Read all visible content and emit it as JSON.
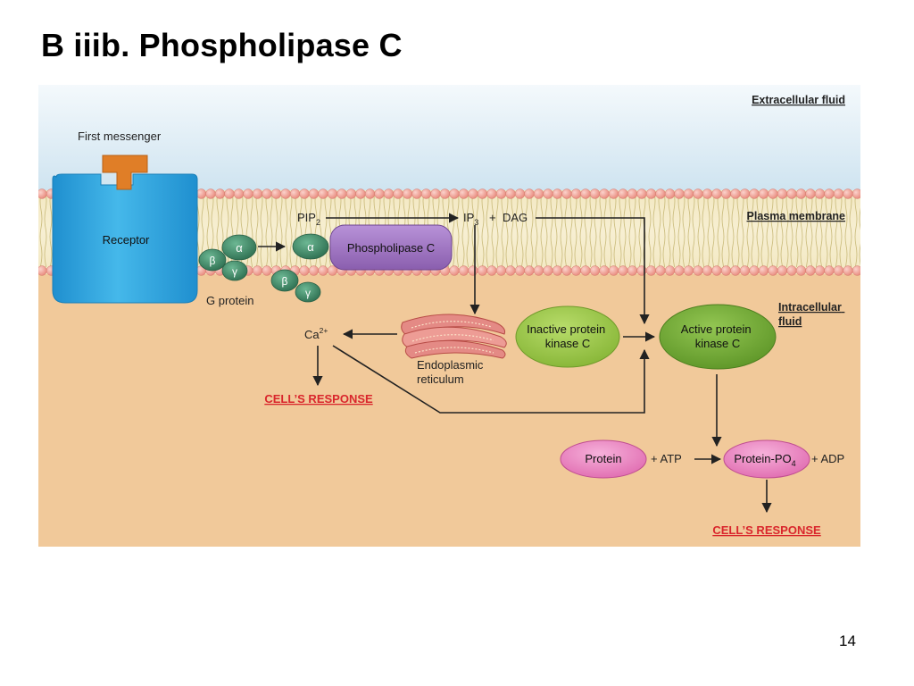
{
  "slide": {
    "title": "B iiib. Phospholipase C",
    "page_number": "14"
  },
  "diagram": {
    "region_labels": {
      "extracellular": "Extracellular fluid",
      "membrane": "Plasma membrane",
      "intracellular_line1": "Intracellular",
      "intracellular_line2": "fluid"
    },
    "first_messenger": "First messenger",
    "receptor": "Receptor",
    "g_protein": "G protein",
    "alpha": "α",
    "beta": "β",
    "gamma": "γ",
    "phospholipase": "Phospholipase C",
    "pip2": {
      "base": "PIP",
      "sub": "2"
    },
    "ip3": {
      "base": "IP",
      "sub": "3"
    },
    "plus": "+",
    "dag": "DAG",
    "calcium": {
      "base": "Ca",
      "sup": "2+"
    },
    "er_line1": "Endoplasmic",
    "er_line2": "reticulum",
    "inactive_pk_line1": "Inactive protein",
    "inactive_pk_line2": "kinase C",
    "active_pk_line1": "Active protein",
    "active_pk_line2": "kinase C",
    "protein": "Protein",
    "plus_atp": "+ ATP",
    "protein_po4": {
      "base": "Protein-PO",
      "sub": "4"
    },
    "plus_adp": "+ ADP",
    "cell_response_1": "CELL’S RESPONSE",
    "cell_response_2": "CELL’S RESPONSE",
    "colors": {
      "extracellular_top": "#d6e8f2",
      "intracellular": "#f1c99a",
      "lipid_head": "#f3a89e",
      "receptor": "#2aa6df",
      "messenger": "#e07e27",
      "g_protein": "#3f8c68",
      "phospholipase": "#9d72c0",
      "kinase_inactive": "#9bc843",
      "kinase_active": "#6fa832",
      "protein": "#ec84c0",
      "response_red": "#d9262c"
    }
  }
}
